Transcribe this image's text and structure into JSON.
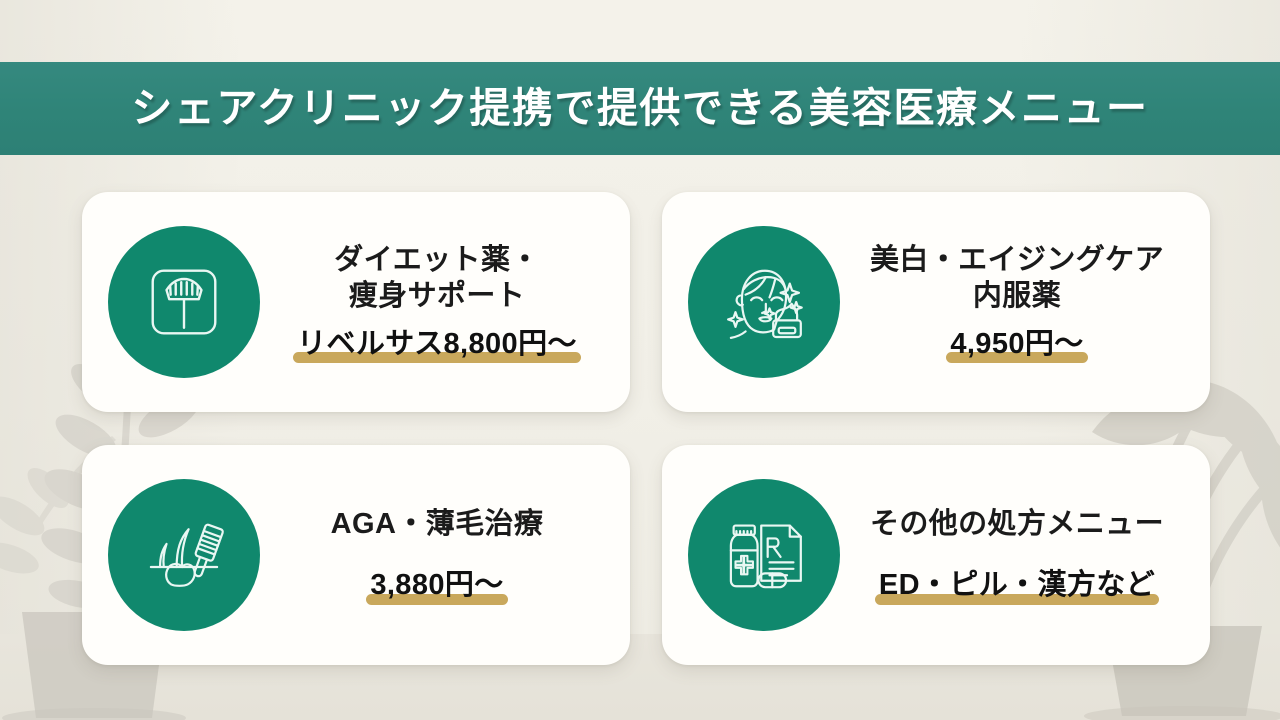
{
  "header": {
    "title": "シェアクリニック提携で提供できる美容医療メニュー",
    "band_color": "#2f8478",
    "text_color": "#ffffff"
  },
  "theme": {
    "background": "#f2f0e8",
    "icon_circle": "#10886d",
    "card_background": "#fffefb",
    "underline_gold": "#c9a85c",
    "title_text": "#1b1b1b"
  },
  "cards": [
    {
      "id": "diet",
      "icon": "weight-scale-icon",
      "title": "ダイエット薬・\n痩身サポート",
      "price": "リベルサス8,800円〜",
      "spaced": false
    },
    {
      "id": "whitening",
      "icon": "facial-care-icon",
      "title": "美白・エイジングケア\n内服薬",
      "price": "4,950円〜",
      "spaced": false
    },
    {
      "id": "aga",
      "icon": "hair-follicle-comb-icon",
      "title": "AGA・薄毛治療",
      "price": "3,880円〜",
      "spaced": true
    },
    {
      "id": "other",
      "icon": "prescription-medicine-icon",
      "title": "その他の処方メニュー",
      "price": "ED・ピル・漢方など",
      "spaced": true
    }
  ],
  "decorations": {
    "plant_left": "potted-branch-plant",
    "plant_right": "potted-broadleaf-plant"
  }
}
